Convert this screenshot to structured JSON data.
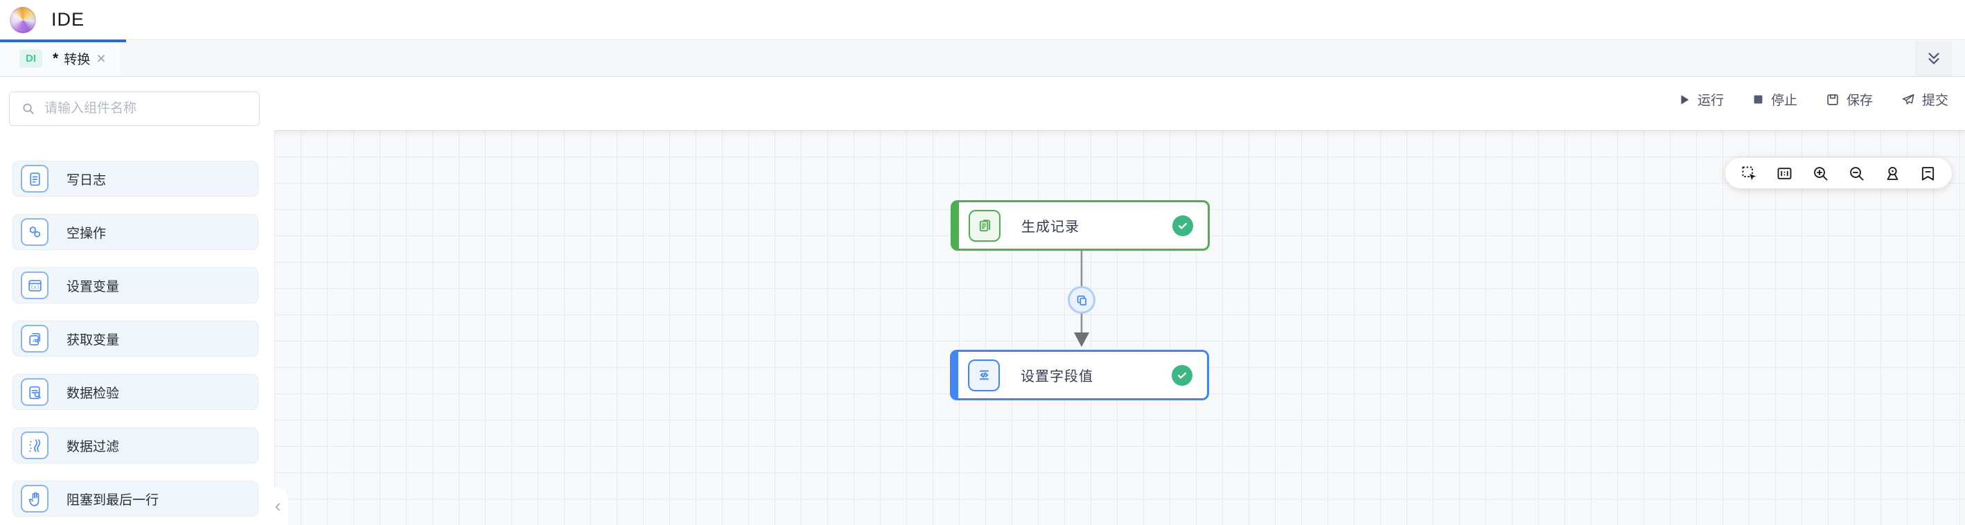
{
  "header": {
    "title": "IDE",
    "logo": "app-logo-swirl-icon"
  },
  "tab_bar": {
    "tabs": [
      {
        "badge": "DI",
        "dirty_marker": "*",
        "label": "转换",
        "close_icon": "×",
        "active": true
      }
    ],
    "collapse_icon": "double-chevron-down-icon"
  },
  "sidebar": {
    "search": {
      "placeholder": "请输入组件名称",
      "icon": "search-icon"
    },
    "items": [
      {
        "label": "写日志",
        "icon": "write-log-icon"
      },
      {
        "label": "空操作",
        "icon": "dummy-operation-icon"
      },
      {
        "label": "设置变量",
        "icon": "set-variable-icon"
      },
      {
        "label": "获取变量",
        "icon": "get-variable-icon"
      },
      {
        "label": "数据检验",
        "icon": "data-validate-icon"
      },
      {
        "label": "数据过滤",
        "icon": "data-filter-icon"
      },
      {
        "label": "阻塞到最后一行",
        "icon": "block-until-last-row-icon"
      }
    ],
    "collapse_icon": "‹"
  },
  "canvas": {
    "toolbar": {
      "run": "运行",
      "stop": "停止",
      "save": "保存",
      "submit": "提交"
    },
    "view_toolbar": [
      "marquee-select-icon",
      "fit-view-icon",
      "zoom-in-icon",
      "zoom-out-icon",
      "locate-icon",
      "bookmark-icon"
    ],
    "nodes": [
      {
        "label": "生成记录",
        "status": "success",
        "accent_color": "#4fad52",
        "icon": "generate-records-icon"
      },
      {
        "label": "设置字段值",
        "status": "success",
        "accent_color": "#4285f4",
        "icon": "set-field-value-icon"
      }
    ],
    "edge": {
      "from": "生成记录",
      "to": "设置字段值",
      "badge_icon": "copy-rows-icon"
    }
  },
  "colors": {
    "tab_indicator": "#2a6bd8",
    "check_green": "#3cb783",
    "toolbar_text": "#4d5269",
    "component_accent": "#4a8cf7",
    "grid_line": "#e8eaed",
    "canvas_bg": "#f7f8f9"
  }
}
